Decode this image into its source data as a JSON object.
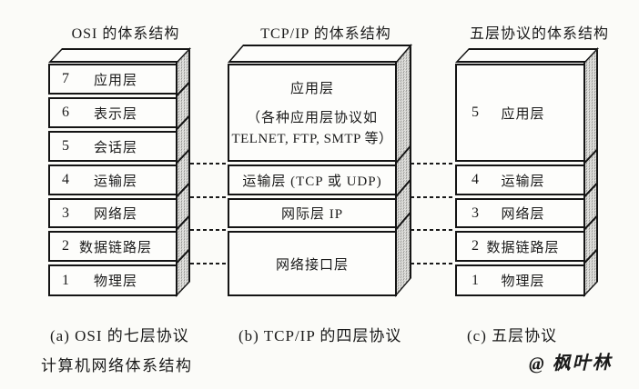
{
  "figure": {
    "title": "计算机网络体系结构",
    "watermark": "@ 枫叶林",
    "colors": {
      "line": "#141414",
      "paper": "#fbfbf8",
      "face": "#fdfdfb",
      "side_shade": "#e6e6e3"
    }
  },
  "columns": [
    {
      "id": "osi",
      "title": "OSI 的体系结构",
      "caption": "(a) OSI 的七层协议",
      "layers": [
        {
          "num": "7",
          "label": "应用层"
        },
        {
          "num": "6",
          "label": "表示层"
        },
        {
          "num": "5",
          "label": "会话层"
        },
        {
          "num": "4",
          "label": "运输层"
        },
        {
          "num": "3",
          "label": "网络层"
        },
        {
          "num": "2",
          "label": "数据链路层"
        },
        {
          "num": "1",
          "label": "物理层"
        }
      ]
    },
    {
      "id": "tcpip",
      "title": "TCP/IP 的体系结构",
      "caption": "(b) TCP/IP 的四层协议",
      "layers": [
        {
          "label": "应用层",
          "sublines": [
            "（各种应用层协议如",
            "TELNET, FTP, SMTP 等）"
          ]
        },
        {
          "label": "运输层 (TCP 或 UDP)"
        },
        {
          "label": "网际层 IP"
        },
        {
          "label": "网络接口层"
        }
      ]
    },
    {
      "id": "five",
      "title": "五层协议的体系结构",
      "caption": "(c) 五层协议",
      "layers": [
        {
          "num": "5",
          "label": "应用层"
        },
        {
          "num": "4",
          "label": "运输层"
        },
        {
          "num": "3",
          "label": "网络层"
        },
        {
          "num": "2",
          "label": "数据链路层"
        },
        {
          "num": "1",
          "label": "物理层"
        }
      ]
    }
  ]
}
